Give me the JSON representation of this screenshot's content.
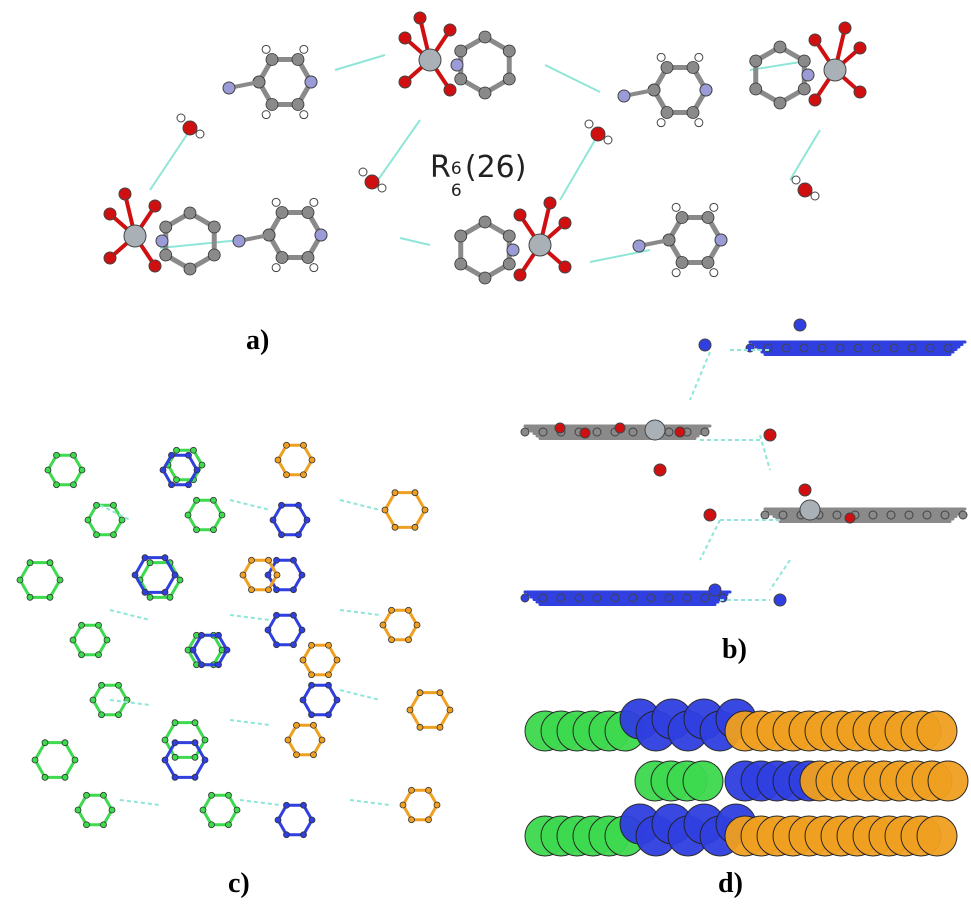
{
  "panels": {
    "a": {
      "label": "a)"
    },
    "b": {
      "label": "b)"
    },
    "c": {
      "label": "c)"
    },
    "d": {
      "label": "d)"
    }
  },
  "motif": {
    "base": "R",
    "sup": "6",
    "sub": "6",
    "tail": "(26)"
  },
  "colors": {
    "carbon": "#8a8a8a",
    "oxygen": "#d01010",
    "nitrogen": "#9b9bd8",
    "hydrogen": "#ffffff",
    "metal": "#a9b1b7",
    "hbond": "#8fe6d8",
    "green": "#3dd94e",
    "blue": "#2f3fe0",
    "orange": "#f0a020"
  }
}
